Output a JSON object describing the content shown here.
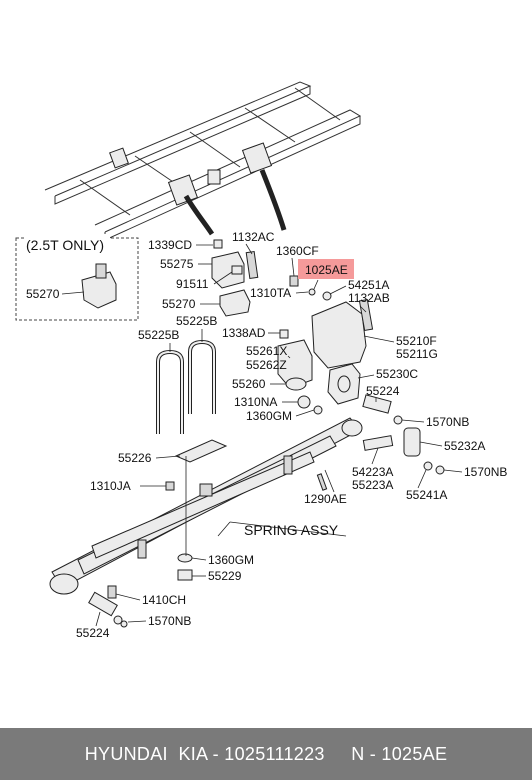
{
  "callouts": {
    "only_box": "(2.5T ONLY)",
    "spring_assy": "SPRING ASSY",
    "highlight": "1025AE"
  },
  "parts": [
    {
      "id": "1339CD"
    },
    {
      "id": "1132AC"
    },
    {
      "id": "1360CF"
    },
    {
      "id": "55275"
    },
    {
      "id": "91511"
    },
    {
      "id": "55270_top"
    },
    {
      "id": "55270_inset"
    },
    {
      "id": "1310TA"
    },
    {
      "id": "54251A"
    },
    {
      "id": "1132AB"
    },
    {
      "id": "55225B"
    },
    {
      "id": "55225B_2"
    },
    {
      "id": "1338AD"
    },
    {
      "id": "55261X"
    },
    {
      "id": "55262Z"
    },
    {
      "id": "55210F"
    },
    {
      "id": "55211G"
    },
    {
      "id": "55230C"
    },
    {
      "id": "55260"
    },
    {
      "id": "55224_top"
    },
    {
      "id": "1310NA"
    },
    {
      "id": "1360GM_top"
    },
    {
      "id": "1570NB_top"
    },
    {
      "id": "55232A"
    },
    {
      "id": "55226"
    },
    {
      "id": "54223A"
    },
    {
      "id": "55223A"
    },
    {
      "id": "1570NB_mid"
    },
    {
      "id": "55241A"
    },
    {
      "id": "1310JA"
    },
    {
      "id": "1290AE"
    },
    {
      "id": "1360GM_bot"
    },
    {
      "id": "55229"
    },
    {
      "id": "1410CH"
    },
    {
      "id": "55224_bot"
    },
    {
      "id": "1570NB_bot"
    }
  ],
  "labels": {
    "p1339CD": "1339CD",
    "p1132AC": "1132AC",
    "p1360CF": "1360CF",
    "p55275": "55275",
    "p91511": "91511",
    "p55270a": "55270",
    "p55270b": "55270",
    "p1310TA": "1310TA",
    "p54251A": "54251A",
    "p1132AB": "1132AB",
    "p55225Ba": "55225B",
    "p55225Bb": "55225B",
    "p1338AD": "1338AD",
    "p55261X": "55261X",
    "p55262Z": "55262Z",
    "p55210F": "55210F",
    "p55211G": "55211G",
    "p55230C": "55230C",
    "p55260": "55260",
    "p55224a": "55224",
    "p1310NA": "1310NA",
    "p1360GMa": "1360GM",
    "p1570NBa": "1570NB",
    "p55232A": "55232A",
    "p55226": "55226",
    "p54223A": "54223A",
    "p55223A": "55223A",
    "p1570NBb": "1570NB",
    "p55241A": "55241A",
    "p1310JA": "1310JA",
    "p1290AE": "1290AE",
    "p1360GMb": "1360GM",
    "p55229": "55229",
    "p1410CH": "1410CH",
    "p55224b": "55224",
    "p1570NBc": "1570NB"
  },
  "footer": {
    "text": "HYUNDAI  KIA - 1025111223     N - 1025AE"
  },
  "colors": {
    "highlight": "#f59a9a",
    "footer_bg": "#7a7a7a",
    "footer_text": "#ffffff"
  }
}
